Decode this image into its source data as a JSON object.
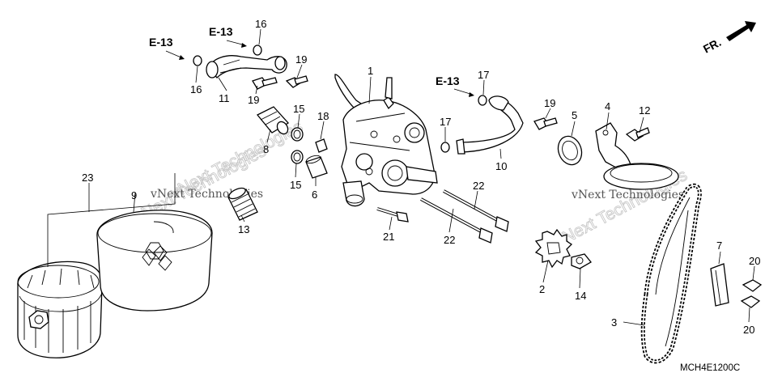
{
  "diagram": {
    "code": "MCH4E1200C",
    "direction_label": "FR.",
    "references": [
      "E-13",
      "E-13",
      "E-13"
    ],
    "callouts": [
      "1",
      "2",
      "3",
      "4",
      "5",
      "6",
      "7",
      "8",
      "9",
      "10",
      "11",
      "12",
      "13",
      "14",
      "15",
      "15",
      "16",
      "16",
      "17",
      "17",
      "18",
      "19",
      "19",
      "19",
      "20",
      "20",
      "21",
      "22",
      "22",
      "23"
    ]
  },
  "watermark": {
    "lines": [
      "vNext Technologies",
      "vNext Technologies",
      "vNext Technologies",
      "vNext Technologies",
      "vNext Technologies"
    ]
  }
}
